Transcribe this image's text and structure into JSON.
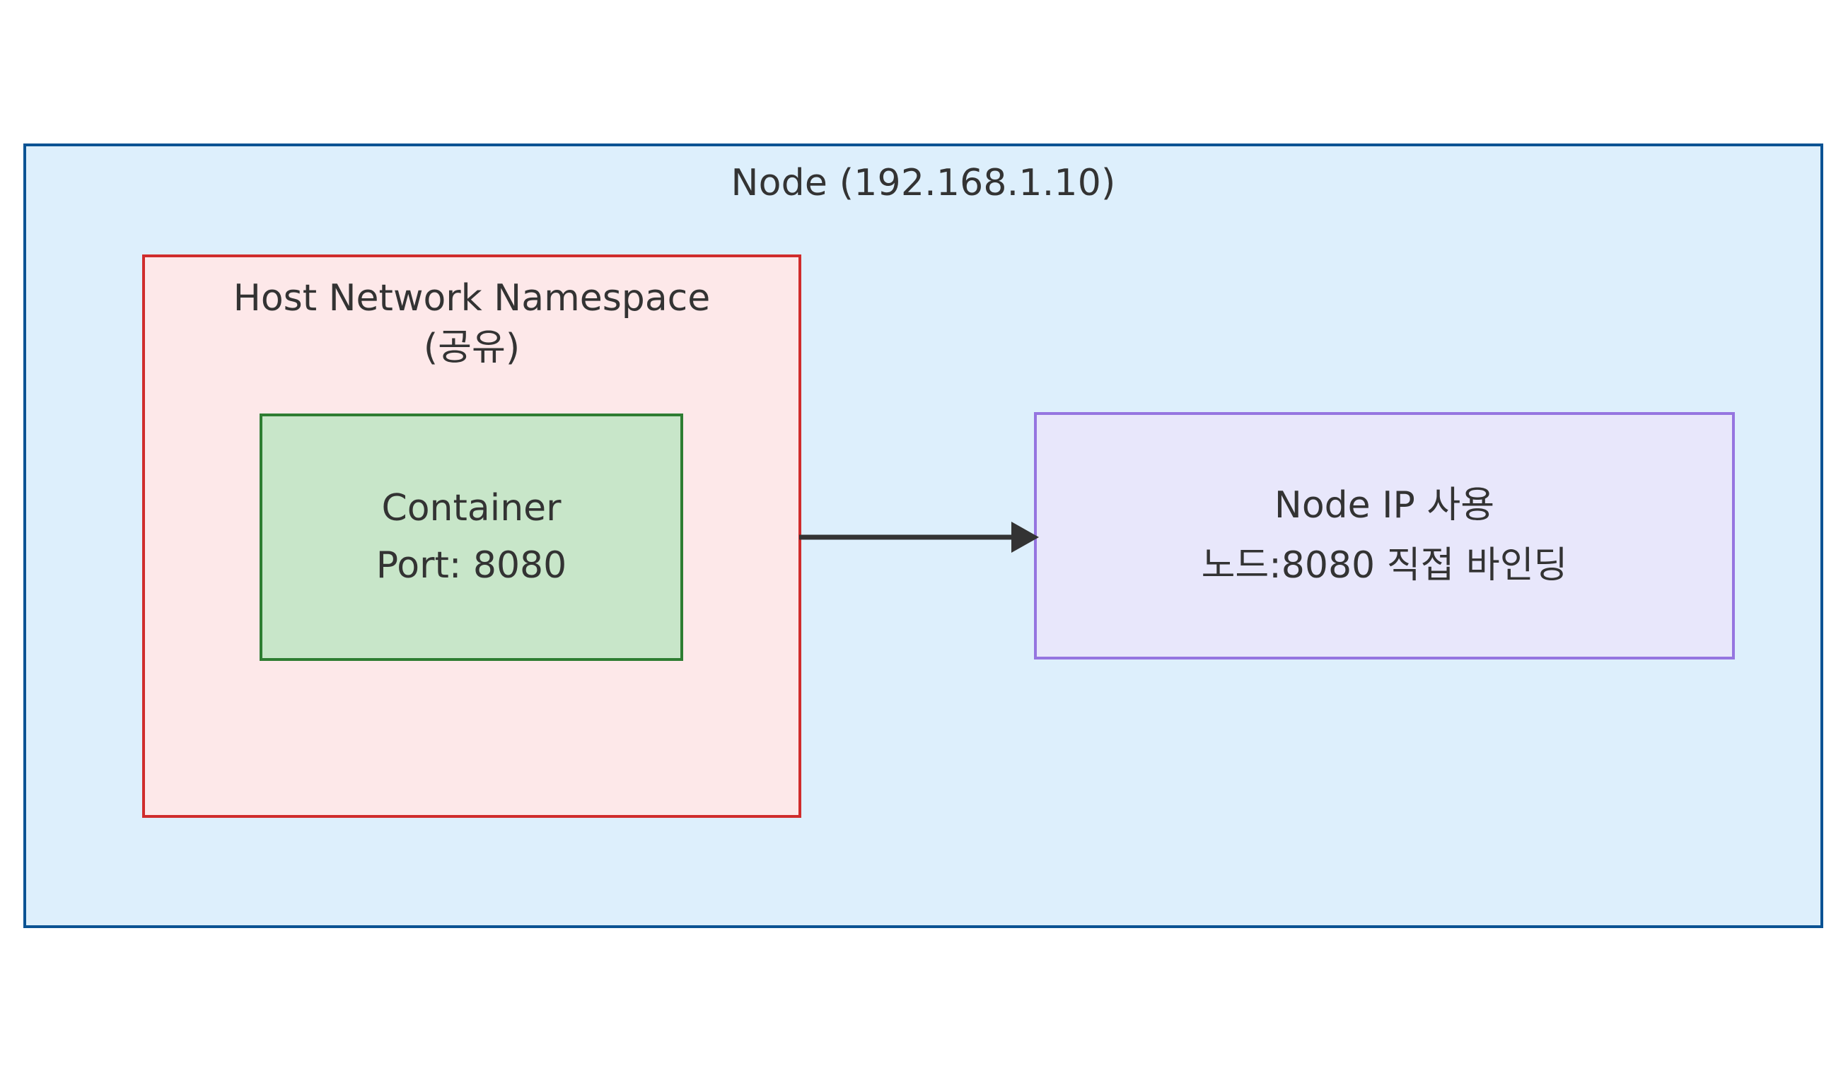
{
  "diagram": {
    "type": "network-architecture",
    "background": "#ffffff",
    "node": {
      "title": "Node (192.168.1.10)",
      "fill": "#ddeffc",
      "stroke": "#0b5394"
    },
    "host_namespace": {
      "title": "Host Network Namespace",
      "subtitle": "(공유)",
      "fill": "#fde8e9",
      "stroke": "#d02c2c"
    },
    "container": {
      "title": "Container",
      "port_label": "Port: 8080",
      "fill": "#c8e6c9",
      "stroke": "#2e7d32"
    },
    "node_ip": {
      "title": "Node IP 사용",
      "detail": "노드:8080 직접 바인딩",
      "fill": "#e8e7fb",
      "stroke": "#9575e0"
    },
    "edge": {
      "from": "container",
      "to": "node_ip",
      "label": "",
      "direction": "right",
      "stroke": "#333333"
    }
  }
}
